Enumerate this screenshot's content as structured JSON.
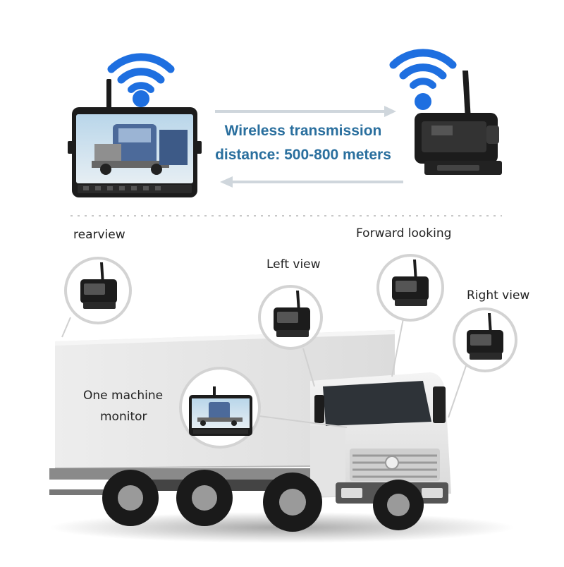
{
  "headline": {
    "line1": "Wireless transmission",
    "line2": "distance: 500-800 meters"
  },
  "labels": {
    "rearview": "rearview",
    "left_view": "Left view",
    "forward_looking": "Forward looking",
    "right_view": "Right view",
    "monitor_line1": "One machine",
    "monitor_line2": "monitor"
  },
  "colors": {
    "wifi_blue": "#1e6fe0",
    "headline_blue": "#2a6f9e",
    "truck_cab": "#eeeeee",
    "truck_box": "#e9e9e9",
    "device_black": "#1c1c1c"
  },
  "icons": [
    "wifi-icon",
    "camera-icon",
    "monitor-icon",
    "truck-icon",
    "double-arrow-icon"
  ]
}
